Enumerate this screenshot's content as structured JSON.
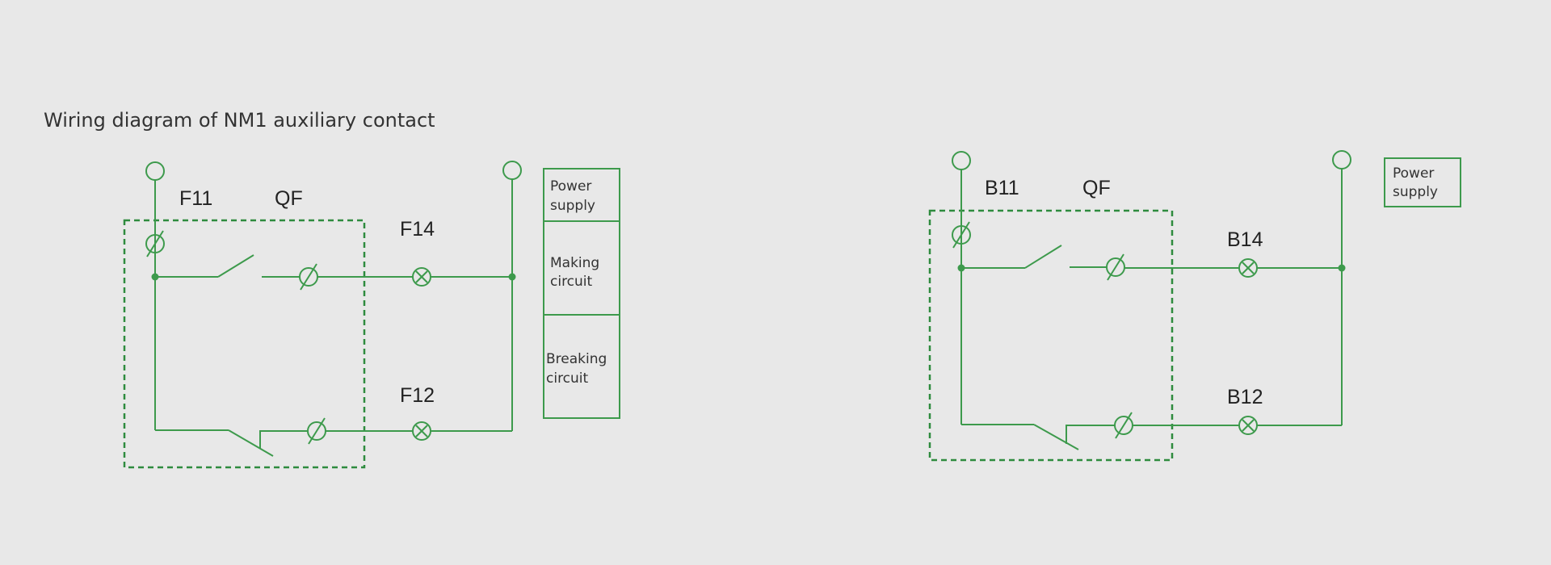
{
  "title": "Wiring diagram of NM1 auxiliary contact",
  "colors": {
    "wire": "#3d9a4c",
    "dashed_box": "#2e8b3e",
    "text": "#222222",
    "background": "#e8e8e8"
  },
  "left": {
    "labels": {
      "aux": "F11",
      "breaker": "QF",
      "making_terminal": "F14",
      "breaking_terminal": "F12"
    },
    "legend": {
      "power": [
        "Power",
        "supply"
      ],
      "making": [
        "Making",
        "circuit"
      ],
      "breaking": [
        "Breaking",
        "circuit"
      ]
    }
  },
  "right": {
    "labels": {
      "aux": "B11",
      "breaker": "QF",
      "making_terminal": "B14",
      "breaking_terminal": "B12"
    },
    "legend": {
      "power": [
        "Power",
        "supply"
      ]
    }
  }
}
